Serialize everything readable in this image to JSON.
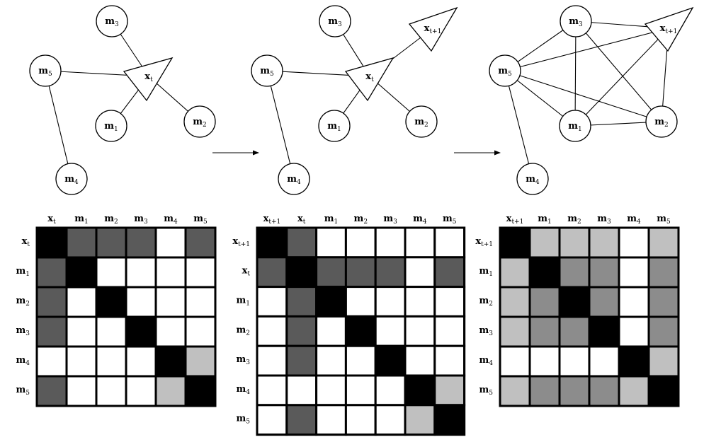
{
  "colors": {
    "white": "#ffffff",
    "dark": "#5a5a5a",
    "mid": "#8c8c8c",
    "light": "#c0c0c0",
    "black": "#000000"
  },
  "graphs": [
    {
      "nodes": [
        {
          "id": "m3",
          "main": "m",
          "sub": "3",
          "shape": "circle"
        },
        {
          "id": "m5",
          "main": "m",
          "sub": "5",
          "shape": "circle"
        },
        {
          "id": "xt",
          "main": "x",
          "sub": "t",
          "shape": "triangle"
        },
        {
          "id": "m1",
          "main": "m",
          "sub": "1",
          "shape": "circle"
        },
        {
          "id": "m2",
          "main": "m",
          "sub": "2",
          "shape": "circle"
        },
        {
          "id": "m4",
          "main": "m",
          "sub": "4",
          "shape": "circle"
        }
      ],
      "edges": [
        [
          "m3",
          "xt"
        ],
        [
          "m5",
          "xt"
        ],
        [
          "m1",
          "xt"
        ],
        [
          "m2",
          "xt"
        ],
        [
          "m5",
          "m4"
        ]
      ]
    },
    {
      "nodes": [
        {
          "id": "m3",
          "main": "m",
          "sub": "3",
          "shape": "circle"
        },
        {
          "id": "xt1",
          "main": "x",
          "sub": "t+1",
          "shape": "triangle"
        },
        {
          "id": "m5",
          "main": "m",
          "sub": "5",
          "shape": "circle"
        },
        {
          "id": "xt",
          "main": "x",
          "sub": "t",
          "shape": "triangle"
        },
        {
          "id": "m1",
          "main": "m",
          "sub": "1",
          "shape": "circle"
        },
        {
          "id": "m2",
          "main": "m",
          "sub": "2",
          "shape": "circle"
        },
        {
          "id": "m4",
          "main": "m",
          "sub": "4",
          "shape": "circle"
        }
      ],
      "edges": [
        [
          "m3",
          "xt"
        ],
        [
          "m5",
          "xt"
        ],
        [
          "m1",
          "xt"
        ],
        [
          "m2",
          "xt"
        ],
        [
          "xt1",
          "xt"
        ],
        [
          "m5",
          "m4"
        ]
      ]
    },
    {
      "nodes": [
        {
          "id": "m3",
          "main": "m",
          "sub": "3",
          "shape": "circle"
        },
        {
          "id": "xt1",
          "main": "x",
          "sub": "t+1",
          "shape": "triangle"
        },
        {
          "id": "m5",
          "main": "m",
          "sub": "5",
          "shape": "circle"
        },
        {
          "id": "m1",
          "main": "m",
          "sub": "1",
          "shape": "circle"
        },
        {
          "id": "m2",
          "main": "m",
          "sub": "2",
          "shape": "circle"
        },
        {
          "id": "m4",
          "main": "m",
          "sub": "4",
          "shape": "circle"
        }
      ],
      "edges": [
        [
          "m3",
          "xt1"
        ],
        [
          "m3",
          "m5"
        ],
        [
          "m3",
          "m1"
        ],
        [
          "m3",
          "m2"
        ],
        [
          "xt1",
          "m5"
        ],
        [
          "xt1",
          "m1"
        ],
        [
          "xt1",
          "m2"
        ],
        [
          "m5",
          "m1"
        ],
        [
          "m5",
          "m2"
        ],
        [
          "m1",
          "m2"
        ],
        [
          "m5",
          "m4"
        ]
      ]
    }
  ],
  "matrices": [
    {
      "labels": [
        {
          "main": "x",
          "sub": "t"
        },
        {
          "main": "m",
          "sub": "1"
        },
        {
          "main": "m",
          "sub": "2"
        },
        {
          "main": "m",
          "sub": "3"
        },
        {
          "main": "m",
          "sub": "4"
        },
        {
          "main": "m",
          "sub": "5"
        }
      ],
      "cells": [
        [
          "K",
          "D",
          "D",
          "D",
          "W",
          "D"
        ],
        [
          "D",
          "K",
          "W",
          "W",
          "W",
          "W"
        ],
        [
          "D",
          "W",
          "K",
          "W",
          "W",
          "W"
        ],
        [
          "D",
          "W",
          "W",
          "K",
          "W",
          "W"
        ],
        [
          "W",
          "W",
          "W",
          "W",
          "K",
          "L"
        ],
        [
          "D",
          "W",
          "W",
          "W",
          "L",
          "K"
        ]
      ]
    },
    {
      "labels": [
        {
          "main": "x",
          "sub": "t+1"
        },
        {
          "main": "x",
          "sub": "t"
        },
        {
          "main": "m",
          "sub": "1"
        },
        {
          "main": "m",
          "sub": "2"
        },
        {
          "main": "m",
          "sub": "3"
        },
        {
          "main": "m",
          "sub": "4"
        },
        {
          "main": "m",
          "sub": "5"
        }
      ],
      "cells": [
        [
          "K",
          "D",
          "W",
          "W",
          "W",
          "W",
          "W"
        ],
        [
          "D",
          "K",
          "D",
          "D",
          "D",
          "W",
          "D"
        ],
        [
          "W",
          "D",
          "K",
          "W",
          "W",
          "W",
          "W"
        ],
        [
          "W",
          "D",
          "W",
          "K",
          "W",
          "W",
          "W"
        ],
        [
          "W",
          "D",
          "W",
          "W",
          "K",
          "W",
          "W"
        ],
        [
          "W",
          "W",
          "W",
          "W",
          "W",
          "K",
          "L"
        ],
        [
          "W",
          "D",
          "W",
          "W",
          "W",
          "L",
          "K"
        ]
      ]
    },
    {
      "labels": [
        {
          "main": "x",
          "sub": "t+1"
        },
        {
          "main": "m",
          "sub": "1"
        },
        {
          "main": "m",
          "sub": "2"
        },
        {
          "main": "m",
          "sub": "3"
        },
        {
          "main": "m",
          "sub": "4"
        },
        {
          "main": "m",
          "sub": "5"
        }
      ],
      "cells": [
        [
          "K",
          "L",
          "L",
          "L",
          "W",
          "L"
        ],
        [
          "L",
          "K",
          "M",
          "M",
          "W",
          "M"
        ],
        [
          "L",
          "M",
          "K",
          "M",
          "W",
          "M"
        ],
        [
          "L",
          "M",
          "M",
          "K",
          "W",
          "M"
        ],
        [
          "W",
          "W",
          "W",
          "W",
          "K",
          "L"
        ],
        [
          "L",
          "M",
          "M",
          "M",
          "L",
          "K"
        ]
      ]
    }
  ]
}
